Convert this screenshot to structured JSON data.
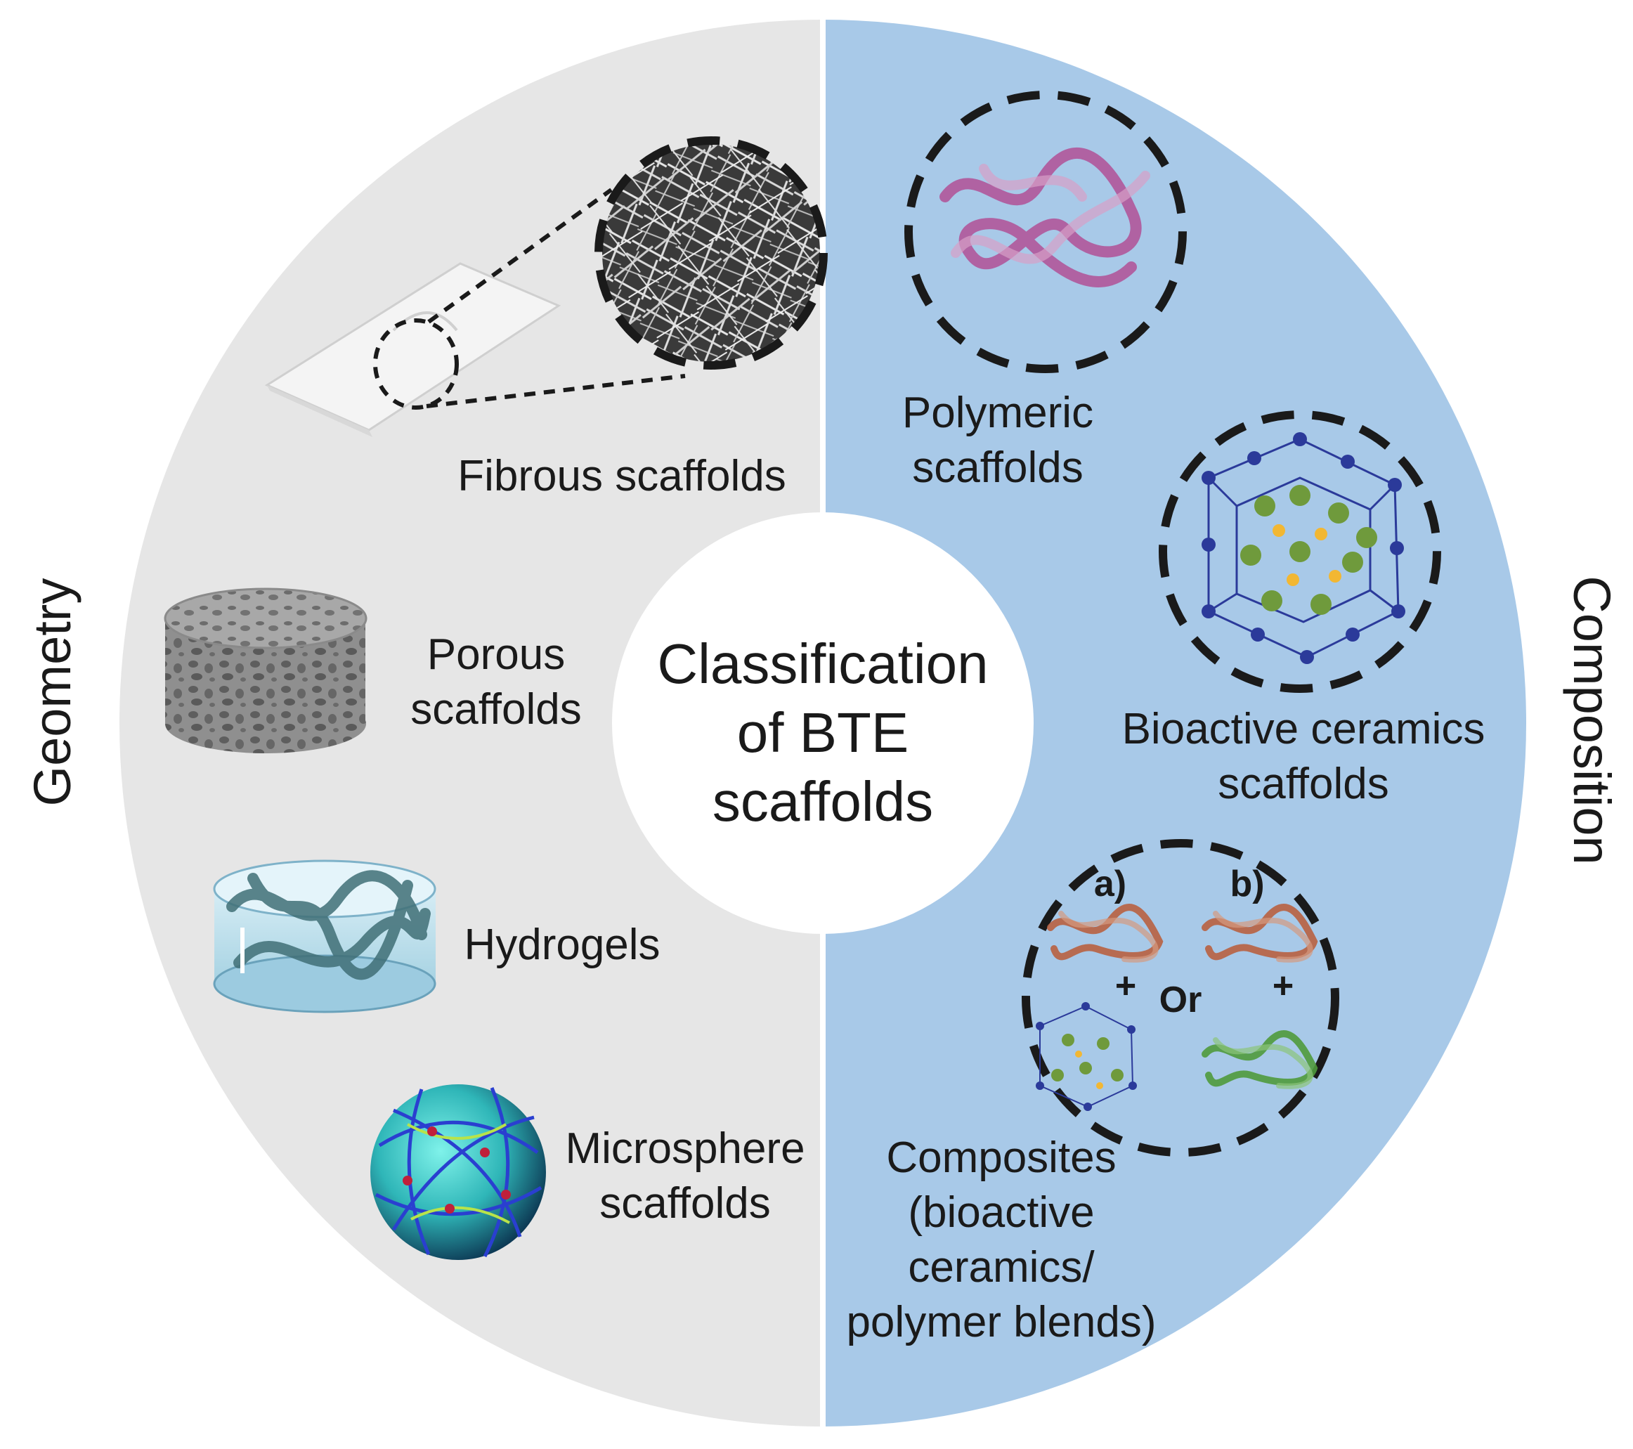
{
  "center": {
    "line1": "Classification",
    "line2": "of BTE",
    "line3": "scaffolds"
  },
  "axes": {
    "left": "Geometry",
    "right": "Composition"
  },
  "geometry": {
    "fibrous": {
      "line1": "Fibrous scaffolds"
    },
    "porous": {
      "line1": "Porous",
      "line2": "scaffolds"
    },
    "hydrogels": {
      "line1": "Hydrogels"
    },
    "microsphere": {
      "line1": "Microsphere",
      "line2": "scaffolds"
    }
  },
  "composition": {
    "polymeric": {
      "line1": "Polymeric",
      "line2": "scaffolds"
    },
    "ceramics": {
      "line1": "Bioactive ceramics",
      "line2": "scaffolds"
    },
    "composites": {
      "line1": "Composites",
      "line2": "(bioactive",
      "line3": "ceramics/",
      "line4": "polymer blends)",
      "option_a": "a)",
      "option_b": "b)",
      "plus": "+",
      "or": "Or"
    }
  },
  "colors": {
    "geometry_half": "#e6e6e6",
    "composition_half": "#a8c9e8",
    "center_disk": "#ffffff",
    "polymer": "#b0579a",
    "ceramic_node": "#6f9a3c",
    "ceramic_edge": "#2b3a9a",
    "ceramic_core": "#f2b733",
    "composite_polymer": "#b86040",
    "composite_green": "#4f9a3c"
  }
}
